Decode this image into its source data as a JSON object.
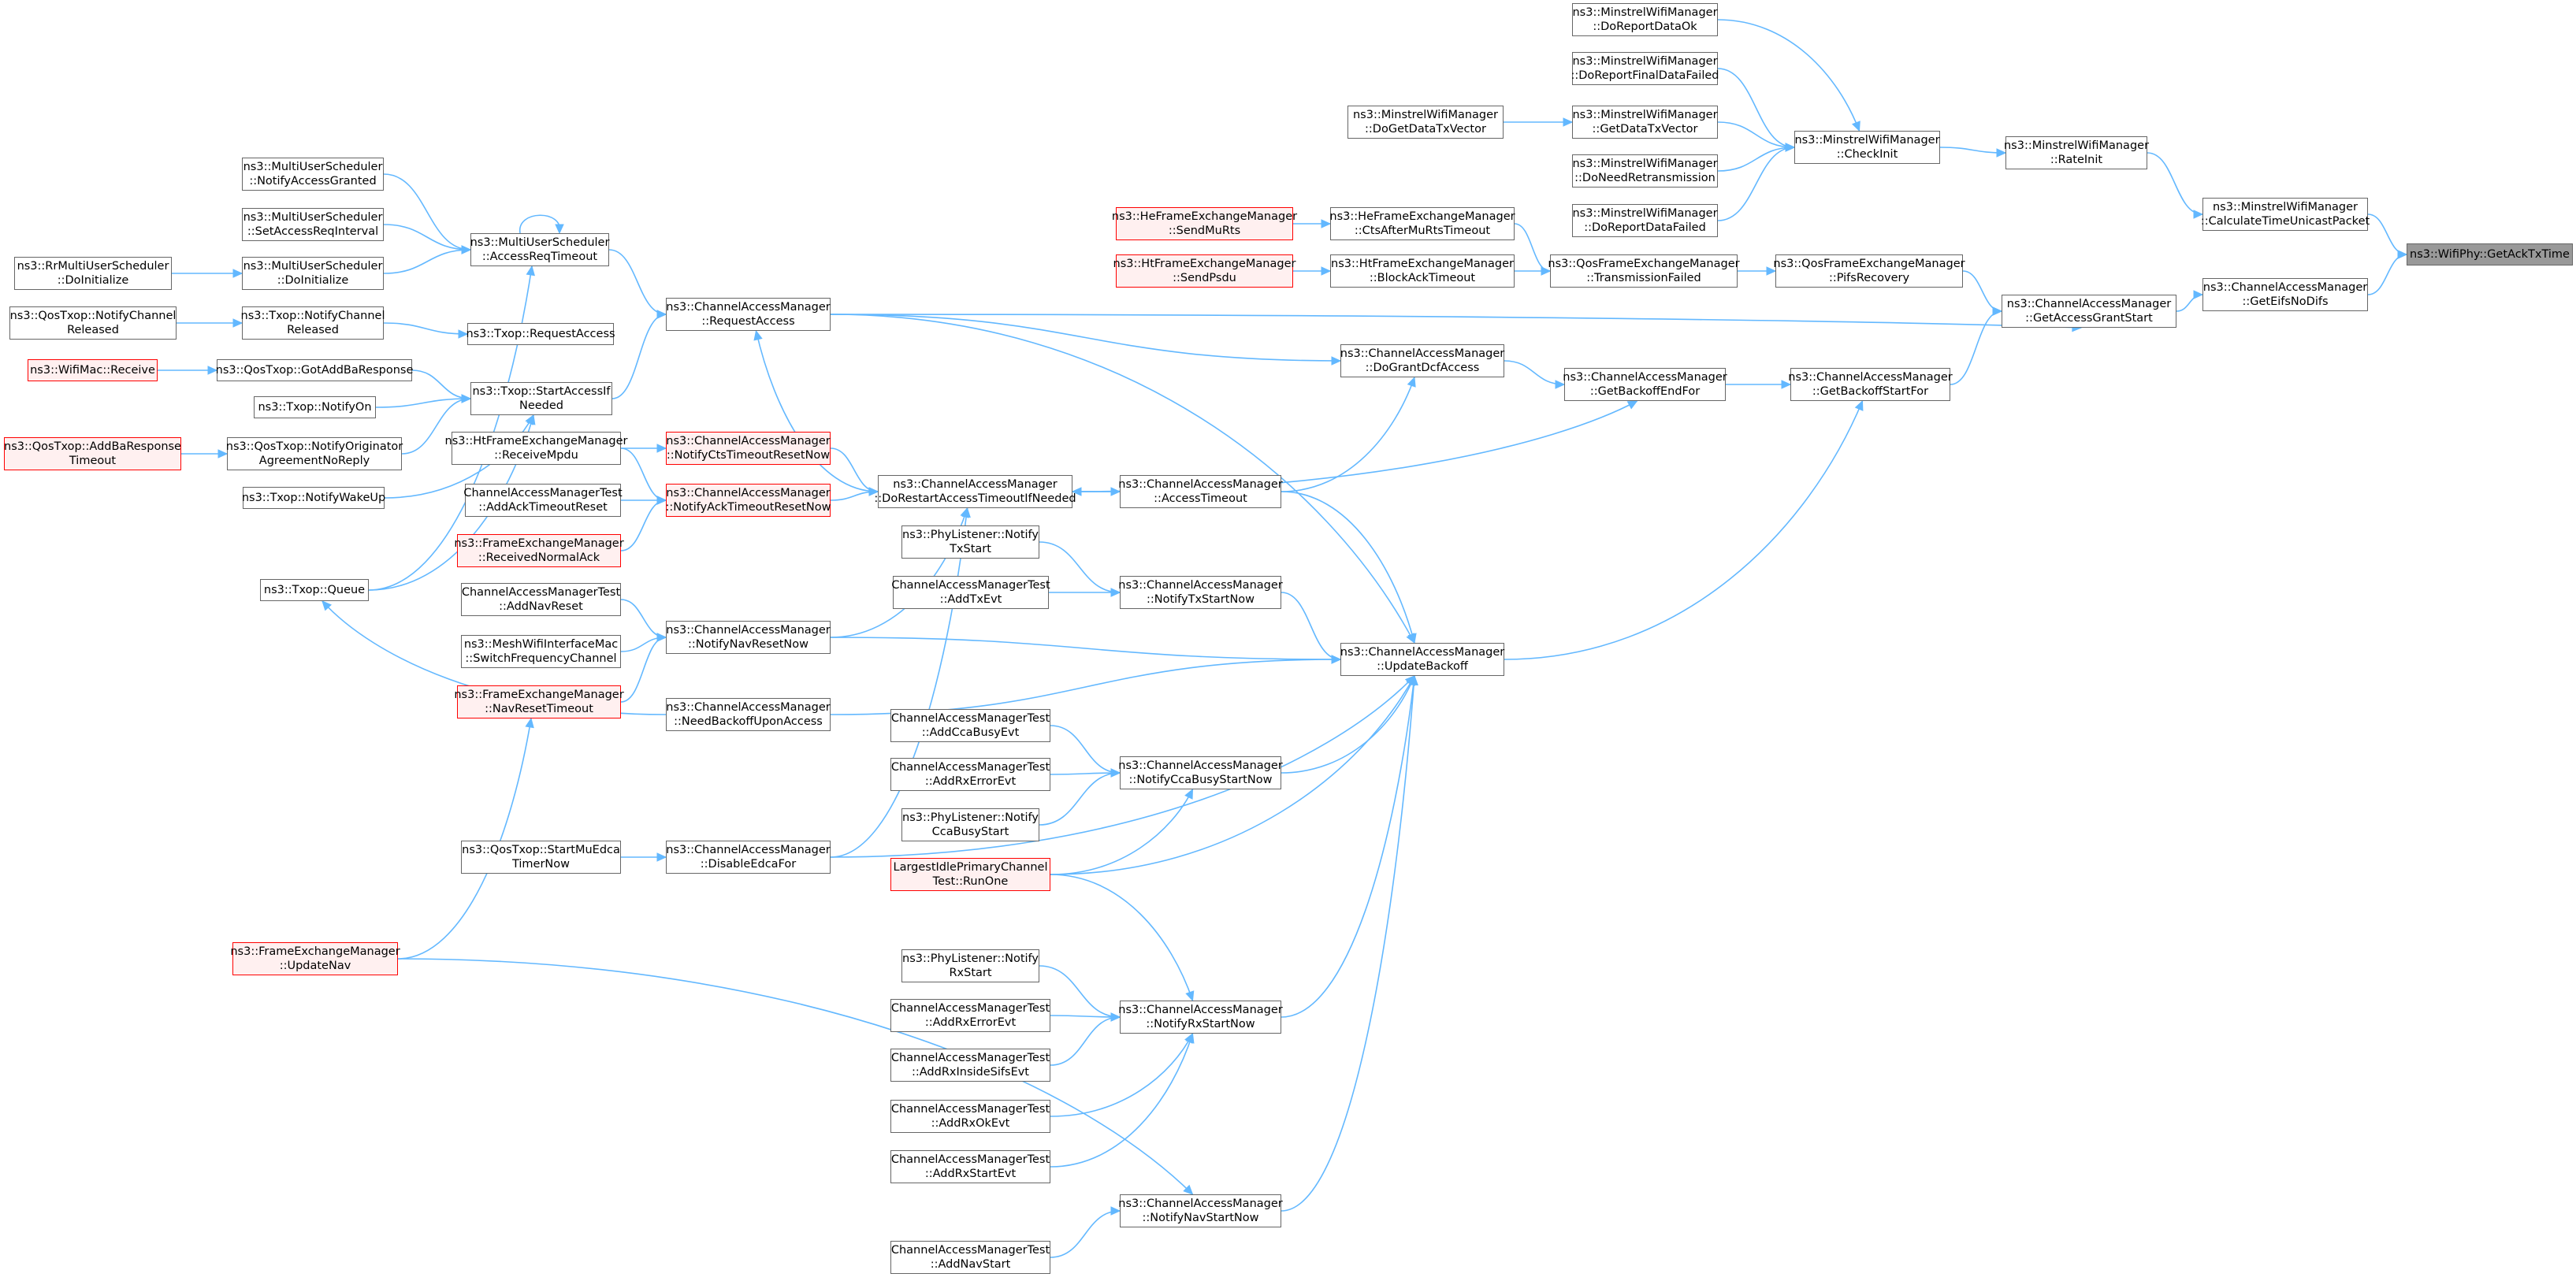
{
  "colors": {
    "edge": "#63b8ff",
    "border": "#666666",
    "red_border": "#ff0000",
    "red_fill": "#fff0f0",
    "root_fill": "#999999"
  },
  "nodes": [
    {
      "id": "root",
      "lines": [
        "ns3::WifiPhy::GetAckTxTime"
      ],
      "style": "root"
    },
    {
      "id": "ctu",
      "lines": [
        "ns3::MinstrelWifiManager",
        "::CalculateTimeUnicastPacket"
      ]
    },
    {
      "id": "eifs",
      "lines": [
        "ns3::ChannelAccessManager",
        "::GetEifsNoDifs"
      ]
    },
    {
      "id": "rateinit",
      "lines": [
        "ns3::MinstrelWifiManager",
        "::RateInit"
      ]
    },
    {
      "id": "checkinit",
      "lines": [
        "ns3::MinstrelWifiManager",
        "::CheckInit"
      ]
    },
    {
      "id": "drdok",
      "lines": [
        "ns3::MinstrelWifiManager",
        "::DoReportDataOk"
      ]
    },
    {
      "id": "drffail",
      "lines": [
        "ns3::MinstrelWifiManager",
        "::DoReportFinalDataFailed"
      ]
    },
    {
      "id": "gdtx",
      "lines": [
        "ns3::MinstrelWifiManager",
        "::GetDataTxVector"
      ]
    },
    {
      "id": "dgdtx",
      "lines": [
        "ns3::MinstrelWifiManager",
        "::DoGetDataTxVector"
      ]
    },
    {
      "id": "dnr",
      "lines": [
        "ns3::MinstrelWifiManager",
        "::DoNeedRetransmission"
      ]
    },
    {
      "id": "drdfail",
      "lines": [
        "ns3::MinstrelWifiManager",
        "::DoReportDataFailed"
      ]
    },
    {
      "id": "hesend",
      "lines": [
        "ns3::HeFrameExchangeManager",
        "::SendMuRts"
      ],
      "style": "red"
    },
    {
      "id": "hects",
      "lines": [
        "ns3::HeFrameExchangeManager",
        "::CtsAfterMuRtsTimeout"
      ]
    },
    {
      "id": "htsend",
      "lines": [
        "ns3::HtFrameExchangeManager",
        "::SendPsdu"
      ],
      "style": "red"
    },
    {
      "id": "htblock",
      "lines": [
        "ns3::HtFrameExchangeManager",
        "::BlockAckTimeout"
      ]
    },
    {
      "id": "qostf",
      "lines": [
        "ns3::QosFrameExchangeManager",
        "::TransmissionFailed"
      ]
    },
    {
      "id": "pifs",
      "lines": [
        "ns3::QosFrameExchangeManager",
        "::PifsRecovery"
      ]
    },
    {
      "id": "gags",
      "lines": [
        "ns3::ChannelAccessManager",
        "::GetAccessGrantStart"
      ]
    },
    {
      "id": "gbsf",
      "lines": [
        "ns3::ChannelAccessManager",
        "::GetBackoffStartFor"
      ]
    },
    {
      "id": "gbef",
      "lines": [
        "ns3::ChannelAccessManager",
        "::GetBackoffEndFor"
      ]
    },
    {
      "id": "dgdcf",
      "lines": [
        "ns3::ChannelAccessManager",
        "::DoGrantDcfAccess"
      ]
    },
    {
      "id": "reqacc",
      "lines": [
        "ns3::ChannelAccessManager",
        "::RequestAccess"
      ]
    },
    {
      "id": "drestart",
      "lines": [
        "ns3::ChannelAccessManager",
        "::DoRestartAccessTimeoutIfNeeded"
      ]
    },
    {
      "id": "acctout",
      "lines": [
        "ns3::ChannelAccessManager",
        "::AccessTimeout"
      ]
    },
    {
      "id": "updback",
      "lines": [
        "ns3::ChannelAccessManager",
        "::UpdateBackoff"
      ]
    },
    {
      "id": "ntxs",
      "lines": [
        "ns3::ChannelAccessManager",
        "::NotifyTxStartNow"
      ]
    },
    {
      "id": "ncbs",
      "lines": [
        "ns3::ChannelAccessManager",
        "::NotifyCcaBusyStartNow"
      ]
    },
    {
      "id": "nrxs",
      "lines": [
        "ns3::ChannelAccessManager",
        "::NotifyRxStartNow"
      ]
    },
    {
      "id": "nnavs",
      "lines": [
        "ns3::ChannelAccessManager",
        "::NotifyNavStartNow"
      ]
    },
    {
      "id": "nnavr",
      "lines": [
        "ns3::ChannelAccessManager",
        "::NotifyNavResetNow"
      ]
    },
    {
      "id": "nbua",
      "lines": [
        "ns3::ChannelAccessManager",
        "::NeedBackoffUponAccess"
      ]
    },
    {
      "id": "dedca",
      "lines": [
        "ns3::ChannelAccessManager",
        "::DisableEdcaFor"
      ]
    },
    {
      "id": "ncts",
      "lines": [
        "ns3::ChannelAccessManager",
        "::NotifyCtsTimeoutResetNow"
      ],
      "style": "red"
    },
    {
      "id": "nack",
      "lines": [
        "ns3::ChannelAccessManager",
        "::NotifyAckTimeoutResetNow"
      ],
      "style": "red"
    },
    {
      "id": "htrecv",
      "lines": [
        "ns3::HtFrameExchangeManager",
        "::ReceiveMpdu"
      ]
    },
    {
      "id": "camt_ackreset",
      "lines": [
        "ChannelAccessManagerTest",
        "::AddAckTimeoutReset"
      ]
    },
    {
      "id": "fem_rna",
      "lines": [
        "ns3::FrameExchangeManager",
        "::ReceivedNormalAck"
      ],
      "style": "red"
    },
    {
      "id": "pl_tx",
      "lines": [
        "ns3::PhyListener::Notify",
        "TxStart"
      ]
    },
    {
      "id": "camt_tx",
      "lines": [
        "ChannelAccessManagerTest",
        "::AddTxEvt"
      ]
    },
    {
      "id": "camt_navr",
      "lines": [
        "ChannelAccessManagerTest",
        "::AddNavReset"
      ]
    },
    {
      "id": "mesh",
      "lines": [
        "ns3::MeshWifiInterfaceMac",
        "::SwitchFrequencyChannel"
      ]
    },
    {
      "id": "fem_nrt",
      "lines": [
        "ns3::FrameExchangeManager",
        "::NavResetTimeout"
      ],
      "style": "red"
    },
    {
      "id": "camt_cca",
      "lines": [
        "ChannelAccessManagerTest",
        "::AddCcaBusyEvt"
      ]
    },
    {
      "id": "camt_rxerr1",
      "lines": [
        "ChannelAccessManagerTest",
        "::AddRxErrorEvt"
      ]
    },
    {
      "id": "pl_cca",
      "lines": [
        "ns3::PhyListener::Notify",
        "CcaBusyStart"
      ]
    },
    {
      "id": "lipc",
      "lines": [
        "LargestIdlePrimaryChannel",
        "Test::RunOne"
      ],
      "style": "red"
    },
    {
      "id": "pl_rx",
      "lines": [
        "ns3::PhyListener::Notify",
        "RxStart"
      ]
    },
    {
      "id": "camt_rxerr2",
      "lines": [
        "ChannelAccessManagerTest",
        "::AddRxErrorEvt"
      ]
    },
    {
      "id": "camt_sifs",
      "lines": [
        "ChannelAccessManagerTest",
        "::AddRxInsideSifsEvt"
      ]
    },
    {
      "id": "camt_rxok",
      "lines": [
        "ChannelAccessManagerTest",
        "::AddRxOkEvt"
      ]
    },
    {
      "id": "camt_rxstart",
      "lines": [
        "ChannelAccessManagerTest",
        "::AddRxStartEvt"
      ]
    },
    {
      "id": "camt_navs",
      "lines": [
        "ChannelAccessManagerTest",
        "::AddNavStart"
      ]
    },
    {
      "id": "qos_mu",
      "lines": [
        "ns3::QosTxop::StartMuEdca",
        "TimerNow"
      ]
    },
    {
      "id": "fem_unav",
      "lines": [
        "ns3::FrameExchangeManager",
        "::UpdateNav"
      ],
      "style": "red"
    },
    {
      "id": "mus_nag",
      "lines": [
        "ns3::MultiUserScheduler",
        "::NotifyAccessGranted"
      ]
    },
    {
      "id": "mus_sari",
      "lines": [
        "ns3::MultiUserScheduler",
        "::SetAccessReqInterval"
      ]
    },
    {
      "id": "mus_init",
      "lines": [
        "ns3::MultiUserScheduler",
        "::DoInitialize"
      ]
    },
    {
      "id": "rr_init",
      "lines": [
        "ns3::RrMultiUserScheduler",
        "::DoInitialize"
      ]
    },
    {
      "id": "mus_art",
      "lines": [
        "ns3::MultiUserScheduler",
        "::AccessReqTimeout"
      ]
    },
    {
      "id": "qos_ncr",
      "lines": [
        "ns3::QosTxop::NotifyChannel",
        "Released"
      ]
    },
    {
      "id": "txop_ncr",
      "lines": [
        "ns3::Txop::NotifyChannel",
        "Released"
      ]
    },
    {
      "id": "txop_ra",
      "lines": [
        "ns3::Txop::RequestAccess"
      ]
    },
    {
      "id": "wifimac",
      "lines": [
        "ns3::WifiMac::Receive"
      ],
      "style": "red"
    },
    {
      "id": "qos_gabr",
      "lines": [
        "ns3::QosTxop::GotAddBaResponse"
      ]
    },
    {
      "id": "txop_on",
      "lines": [
        "ns3::Txop::NotifyOn"
      ]
    },
    {
      "id": "txop_sai",
      "lines": [
        "ns3::Txop::StartAccessIf",
        "Needed"
      ]
    },
    {
      "id": "qos_abrt",
      "lines": [
        "ns3::QosTxop::AddBaResponse",
        "Timeout"
      ],
      "style": "red"
    },
    {
      "id": "qos_nonr",
      "lines": [
        "ns3::QosTxop::NotifyOriginator",
        "AgreementNoReply"
      ]
    },
    {
      "id": "txop_nwu",
      "lines": [
        "ns3::Txop::NotifyWakeUp"
      ]
    },
    {
      "id": "txop_queue",
      "lines": [
        "ns3::Txop::Queue"
      ]
    }
  ]
}
